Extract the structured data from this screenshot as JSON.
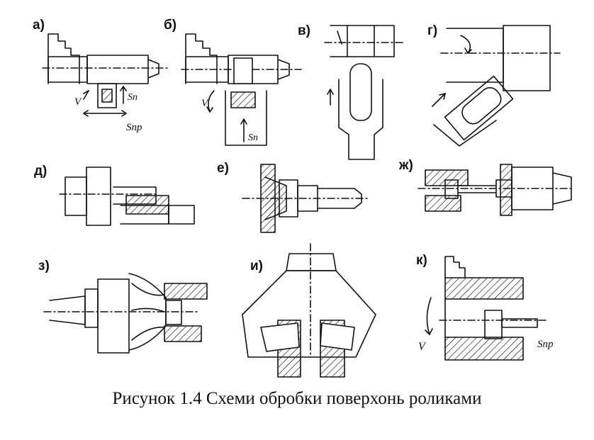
{
  "caption": "Рисунок 1.4 Схеми обробки поверхонь роликами",
  "panels": {
    "a": {
      "label": "а)",
      "annotations": [
        "V",
        "Sп",
        "Sпр"
      ]
    },
    "b": {
      "label": "б)",
      "annotations": [
        "V",
        "Sп"
      ]
    },
    "v": {
      "label": "в)"
    },
    "g": {
      "label": "г)"
    },
    "d": {
      "label": "д)"
    },
    "e": {
      "label": "е)"
    },
    "zh": {
      "label": "ж)"
    },
    "z": {
      "label": "з)"
    },
    "i": {
      "label": "и)"
    },
    "k": {
      "label": "к)",
      "annotations": [
        "V",
        "Sпр"
      ]
    }
  }
}
